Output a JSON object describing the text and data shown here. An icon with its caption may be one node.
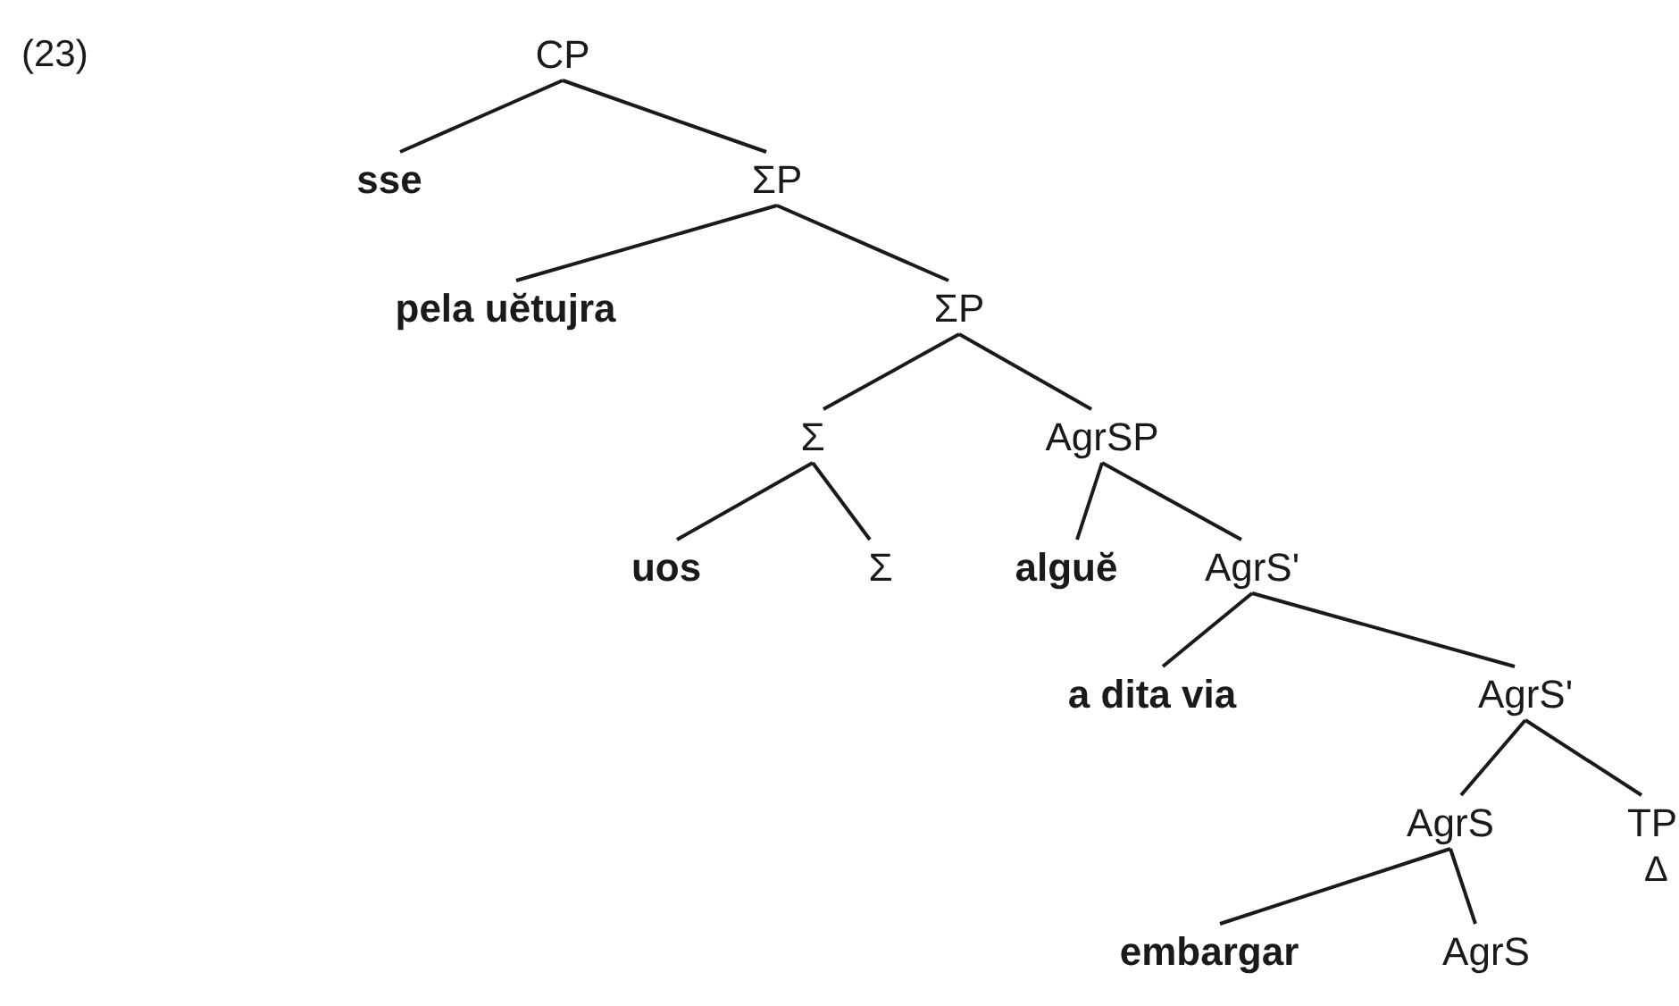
{
  "diagram": {
    "nodes": [
      {
        "text": [
          "CP"
        ]
      },
      {
        "text": [
          "sse"
        ]
      },
      {
        "text": [
          "ΣP"
        ]
      },
      {
        "text": [
          "pela uĕtujra"
        ]
      },
      {
        "text": [
          "ΣP"
        ]
      },
      {
        "text": [
          "Σ"
        ]
      },
      {
        "text": [
          "AgrSP"
        ]
      },
      {
        "text": [
          "uos"
        ]
      },
      {
        "text": [
          "Σ"
        ]
      },
      {
        "text": [
          "alguĕ"
        ]
      },
      {
        "text": [
          "AgrS'"
        ]
      },
      {
        "text": [
          "a dita via"
        ]
      },
      {
        "text": [
          "AgrS'"
        ]
      },
      {
        "text": [
          "AgrS"
        ]
      },
      {
        "text": [
          "TP"
        ],
        "beside": [
          "Δ"
        ]
      },
      {
        "text": [
          "embargar"
        ]
      },
      {
        "text": [
          "AgrS"
        ]
      }
    ],
    "edges": [
      {
        "from": 0,
        "to": 1,
        "arrow": "none"
      },
      {
        "from": 0,
        "to": 2,
        "arrow": "none"
      },
      {
        "from": 2,
        "to": 3,
        "arrow": "none"
      },
      {
        "from": 2,
        "to": 4,
        "arrow": "none"
      },
      {
        "from": 4,
        "to": 5,
        "arrow": "none"
      },
      {
        "from": 4,
        "to": 6,
        "arrow": "none"
      },
      {
        "from": 5,
        "to": 7,
        "arrow": "none"
      },
      {
        "from": 5,
        "to": 8,
        "arrow": "none"
      },
      {
        "from": 6,
        "to": 9,
        "arrow": "none"
      },
      {
        "from": 6,
        "to": 10,
        "arrow": "none"
      },
      {
        "from": 10,
        "to": 11,
        "arrow": "none"
      },
      {
        "from": 10,
        "to": 12,
        "arrow": "none"
      },
      {
        "from": 12,
        "to": 13,
        "arrow": "none"
      },
      {
        "from": 12,
        "to": 14,
        "arrow": "none"
      },
      {
        "from": 13,
        "to": 15,
        "arrow": "none"
      },
      {
        "from": 13,
        "to": 16,
        "arrow": "none"
      }
    ],
    "labels": [
      "(23)"
    ]
  }
}
